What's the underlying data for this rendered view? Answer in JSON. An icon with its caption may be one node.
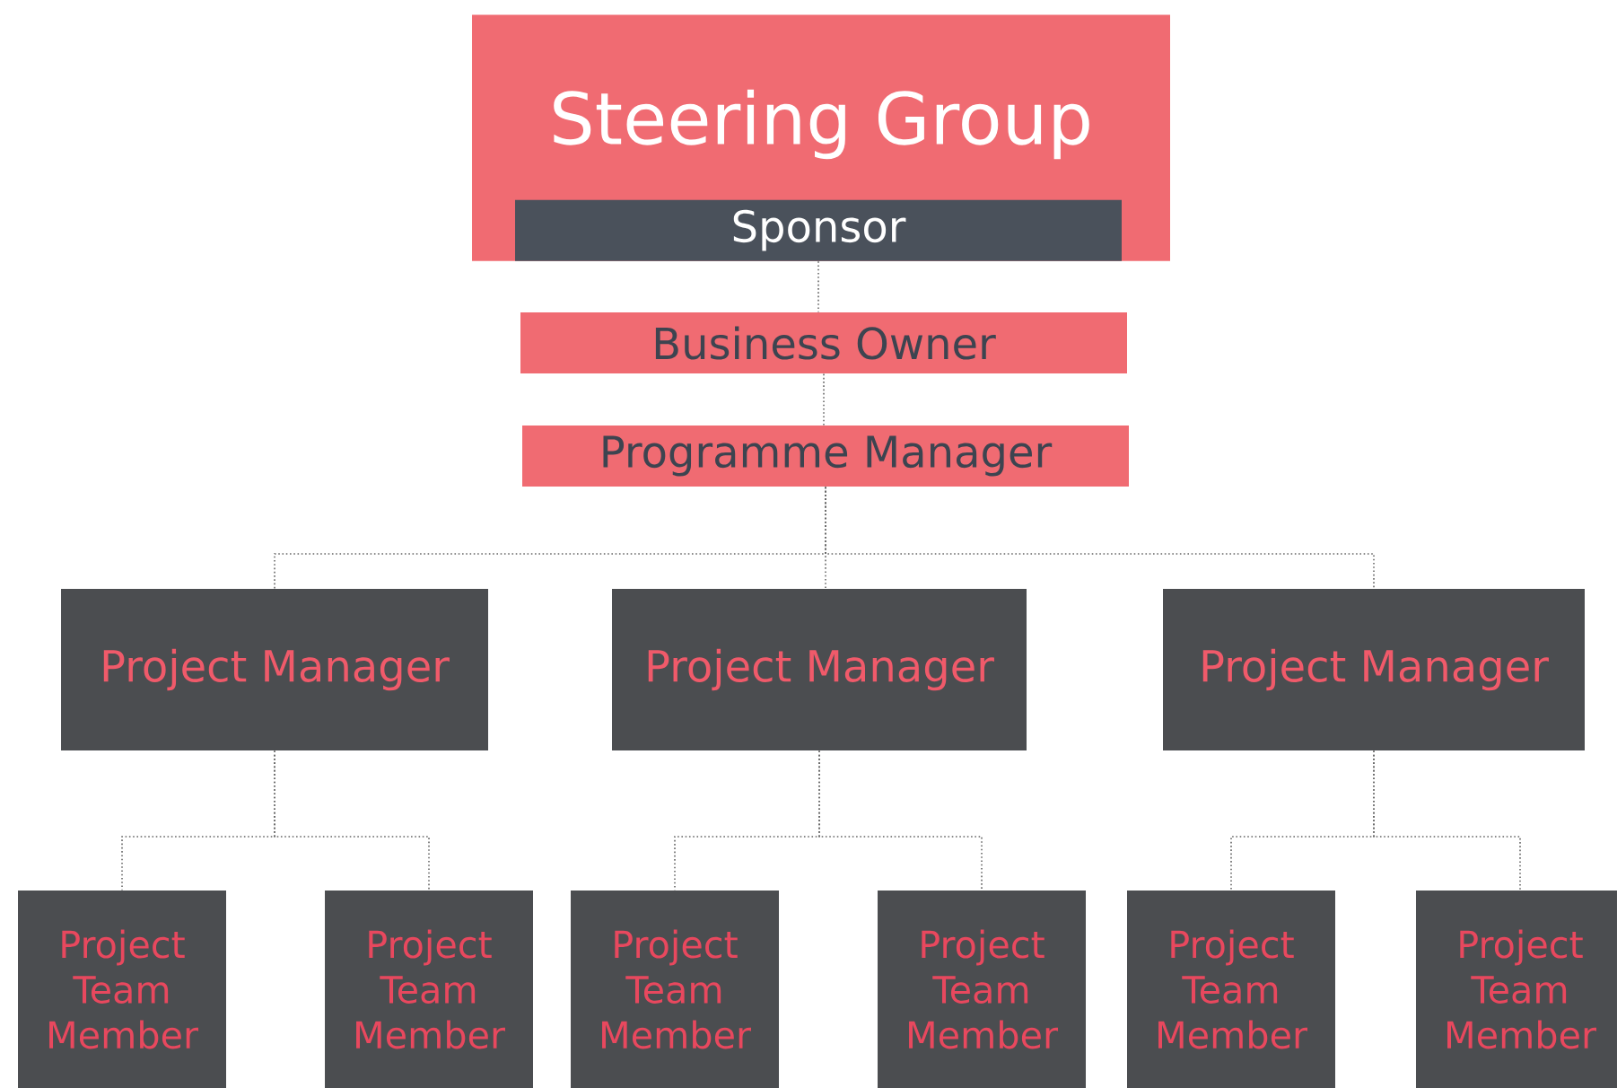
{
  "diagram": {
    "nodes": [
      {
        "text": [
          "Steering Group"
        ]
      },
      {
        "text": [
          "Sponsor"
        ],
        "in": 0
      },
      {
        "text": [
          "Business Owner"
        ]
      },
      {
        "text": [
          "Programme Manager"
        ]
      },
      {
        "text": [
          "Project Manager"
        ]
      },
      {
        "text": [
          "Project Manager"
        ]
      },
      {
        "text": [
          "Project Manager"
        ]
      },
      {
        "text": [
          "Project Team Member"
        ]
      },
      {
        "text": [
          "Project Team Member"
        ]
      },
      {
        "text": [
          "Project Team Member"
        ]
      },
      {
        "text": [
          "Project Team Member"
        ]
      },
      {
        "text": [
          "Project Team Member"
        ]
      },
      {
        "text": [
          "Project Team Member"
        ]
      }
    ],
    "edges": [
      {
        "from": 1,
        "to": 2,
        "arrow": "none"
      },
      {
        "from": 2,
        "to": 3,
        "arrow": "none"
      },
      {
        "from": 3,
        "to": 4,
        "arrow": "none"
      },
      {
        "from": 3,
        "to": 5,
        "arrow": "none"
      },
      {
        "from": 3,
        "to": 6,
        "arrow": "none"
      },
      {
        "from": 4,
        "to": 7,
        "arrow": "none"
      },
      {
        "from": 4,
        "to": 8,
        "arrow": "none"
      },
      {
        "from": 5,
        "to": 9,
        "arrow": "none"
      },
      {
        "from": 5,
        "to": 10,
        "arrow": "none"
      },
      {
        "from": 6,
        "to": 11,
        "arrow": "none"
      },
      {
        "from": 6,
        "to": 12,
        "arrow": "none"
      }
    ]
  }
}
